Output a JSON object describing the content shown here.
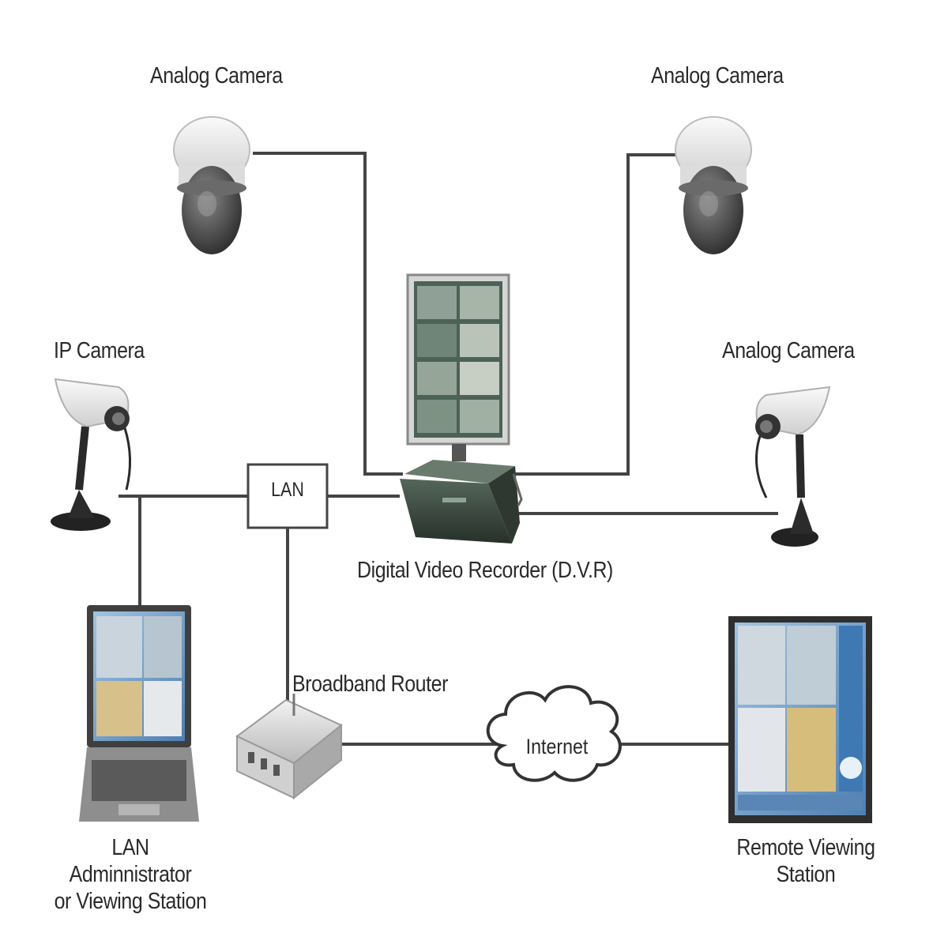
{
  "labels": {
    "analog_camera_top_left": "Analog Camera",
    "analog_camera_top_right": "Analog Camera",
    "ip_camera": "IP Camera",
    "analog_camera_right": "Analog Camera",
    "lan": "LAN",
    "dvr": "Digital Video Recorder (D.V.R)",
    "broadband_router": "Broadband Router",
    "internet": "Internet",
    "lan_station_line1": "LAN",
    "lan_station_line2": "Adminnistrator",
    "lan_station_line3": "or Viewing Station",
    "remote_station_line1": "Remote Viewing",
    "remote_station_line2": "Station"
  },
  "icons": {
    "dome_camera": "dome-camera-icon",
    "bullet_camera": "bullet-camera-icon",
    "dvr": "dvr-icon",
    "monitor": "monitor-icon",
    "laptop": "laptop-icon",
    "router": "router-icon",
    "cloud": "cloud-icon"
  },
  "colors": {
    "line": "#444444",
    "text": "#2a2a2a",
    "dvr_body": "#3a4a40",
    "camera_white": "#e9e9e9",
    "lens_dark": "#4a4a4a",
    "screen_blue": "#6e9cc8"
  }
}
